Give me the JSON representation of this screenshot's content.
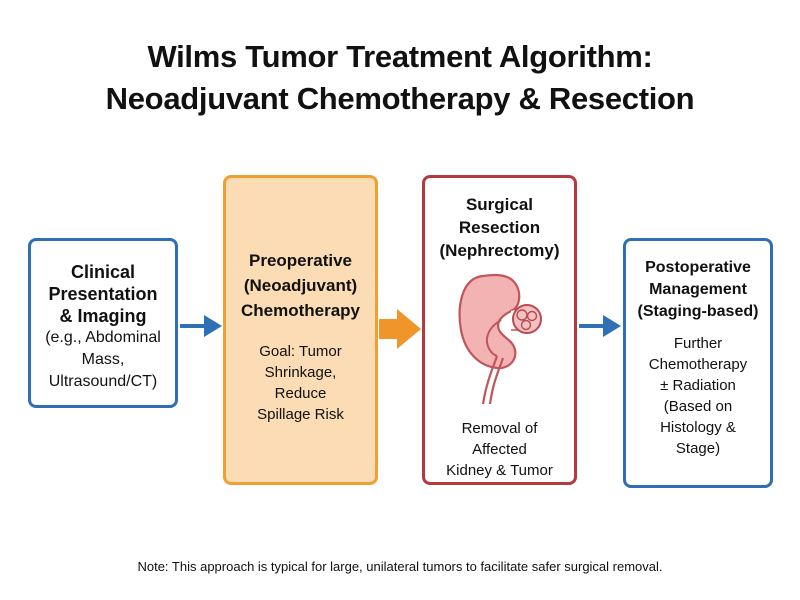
{
  "title": {
    "line1": "Wilms Tumor Treatment Algorithm:",
    "line2": "Neoadjuvant Chemotherapy & Resection"
  },
  "steps": [
    {
      "heading": [
        "Clinical",
        "Presentation",
        "& Imaging"
      ],
      "body": [
        "(e.g., Abdominal",
        "Mass,",
        "Ultrasound/CT)"
      ],
      "border_color": "#2f6fb5",
      "fill_color": "#ffffff"
    },
    {
      "heading": [
        "Preoperative",
        "(Neoadjuvant)",
        "Chemotherapy"
      ],
      "body": [
        "Goal: Tumor",
        "Shrinkage,",
        "Reduce",
        "Spillage Risk"
      ],
      "border_color": "#f0a030",
      "fill_color": "#fbdcb4"
    },
    {
      "heading": [
        "Surgical",
        "Resection",
        "(Nephrectomy)"
      ],
      "icon": "kidney-with-tumor-icon",
      "body": [
        "Removal of",
        "Affected",
        "Kidney & Tumor"
      ],
      "border_color": "#b53a40",
      "fill_color": "#ffffff"
    },
    {
      "heading": [
        "Postoperative",
        "Management",
        "(Staging-based)"
      ],
      "body": [
        "Further",
        "Chemotherapy",
        "± Radiation",
        "(Based on",
        "Histology &",
        "Stage)"
      ],
      "border_color": "#2f6fb5",
      "fill_color": "#ffffff"
    }
  ],
  "arrows": [
    {
      "icon": "arrow-right-icon",
      "color": "#2f6fb5"
    },
    {
      "icon": "arrow-right-icon",
      "color": "#f0952a"
    },
    {
      "icon": "arrow-right-icon",
      "color": "#2f6fb5"
    }
  ],
  "note": "Note: This approach is typical for large, unilateral tumors to facilitate safer surgical removal."
}
